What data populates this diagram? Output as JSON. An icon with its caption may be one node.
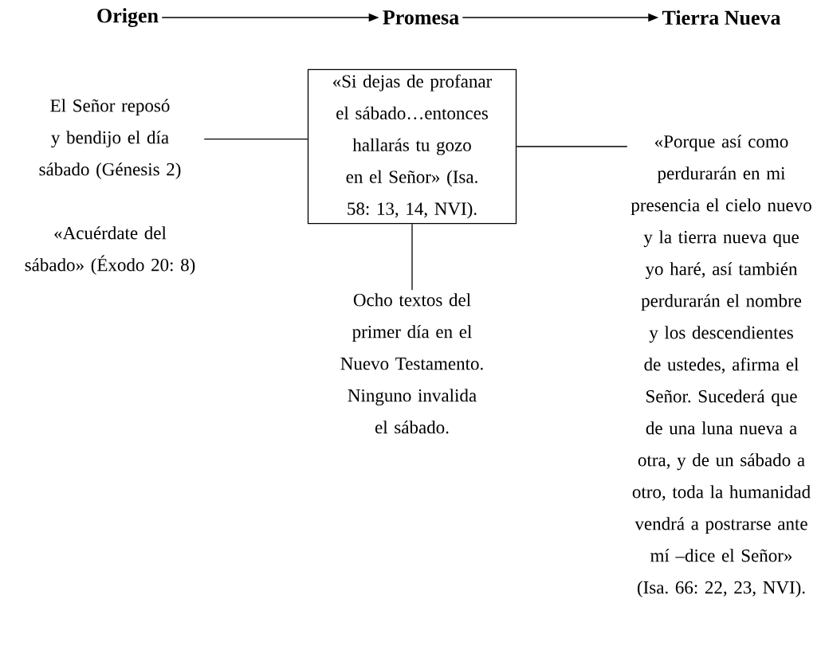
{
  "diagram": {
    "nodes": [
      {
        "text": [
          "Origen"
        ]
      },
      {
        "text": [
          "Promesa"
        ]
      },
      {
        "text": [
          "Tierra Nueva"
        ]
      },
      {
        "text": [
          "El Señor reposó y bendijo el día sábado (Génesis 2)"
        ]
      },
      {
        "text": [
          "«Si dejas de profanar el sábado…entonces hallarás tu gozo en el Señor» (Isa. 58: 13, 14, NVI)."
        ]
      },
      {
        "text": [
          "«Porque así como perdurarán en mi presencia el cielo nuevo y la tierra nueva que yo haré, así también perdurarán el nombre y los descendientes de ustedes, afirma el Señor. Sucederá que de una luna nueva a otra, y de un sábado a otro, toda la humanidad vendrá a postrarse ante mí –dice el Señor» (Isa. 66: 22, 23, NVI)."
        ]
      },
      {
        "text": [
          "Ocho textos del primer día en el Nuevo Testamento. Ninguno invalida el sábado."
        ]
      }
    ],
    "edges": [
      {
        "from": 0,
        "to": 1,
        "arrow": "to"
      },
      {
        "from": 1,
        "to": 2,
        "arrow": "to"
      },
      {
        "from": 3,
        "to": 4,
        "arrow": "none"
      },
      {
        "from": 4,
        "to": 5,
        "arrow": "none"
      },
      {
        "from": 4,
        "to": 6,
        "arrow": "none"
      }
    ],
    "labels": [
      "«Acuérdate del sábado» (Éxodo 20: 8)"
    ]
  }
}
